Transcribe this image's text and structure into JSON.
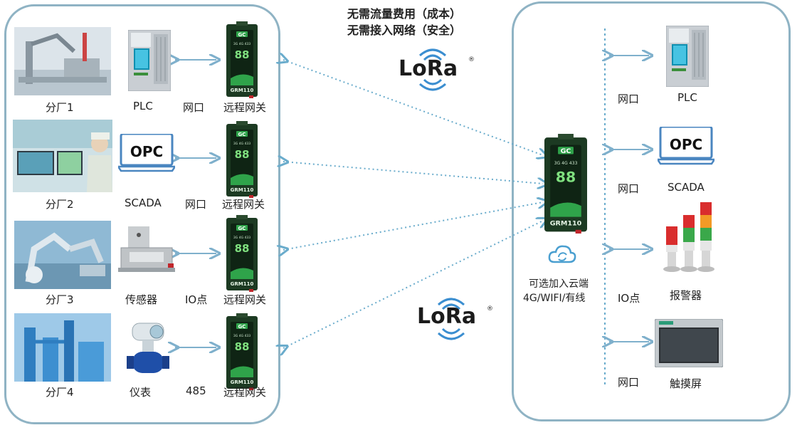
{
  "slogan": {
    "line1": "无需流量费用（成本）",
    "line2": "无需接入网络（安全）"
  },
  "lora_logo": {
    "text": "LoRa",
    "mark": "®"
  },
  "colors": {
    "panel_border": "#8fb3c4",
    "link_dotted": "#6aaccc",
    "arrow": "#7fb0cc",
    "gateway_body": "#1c3a22",
    "gateway_accent": "#2fa34a"
  },
  "branches": [
    {
      "factory": "分厂1",
      "device": "PLC",
      "interface": "网口",
      "gateway": "远程网关"
    },
    {
      "factory": "分厂2",
      "device": "SCADA",
      "interface": "网口",
      "gateway": "远程网关"
    },
    {
      "factory": "分厂3",
      "device": "传感器",
      "interface": "IO点",
      "gateway": "远程网关"
    },
    {
      "factory": "分厂4",
      "device": "仪表",
      "interface": "485",
      "gateway": "远程网关"
    }
  ],
  "gateway_device": {
    "brand": "GC",
    "model": "GRM110",
    "readout": "88",
    "status": "3G 4G 433"
  },
  "center": {
    "cloud_line1": "可选加入云端",
    "cloud_line2": "4G/WIFI/有线"
  },
  "right_devices": [
    {
      "interface": "网口",
      "device": "PLC"
    },
    {
      "interface": "网口",
      "device": "SCADA"
    },
    {
      "interface": "IO点",
      "device": "报警器"
    },
    {
      "interface": "网口",
      "device": "触摸屏"
    }
  ],
  "opc_label": "OPC"
}
